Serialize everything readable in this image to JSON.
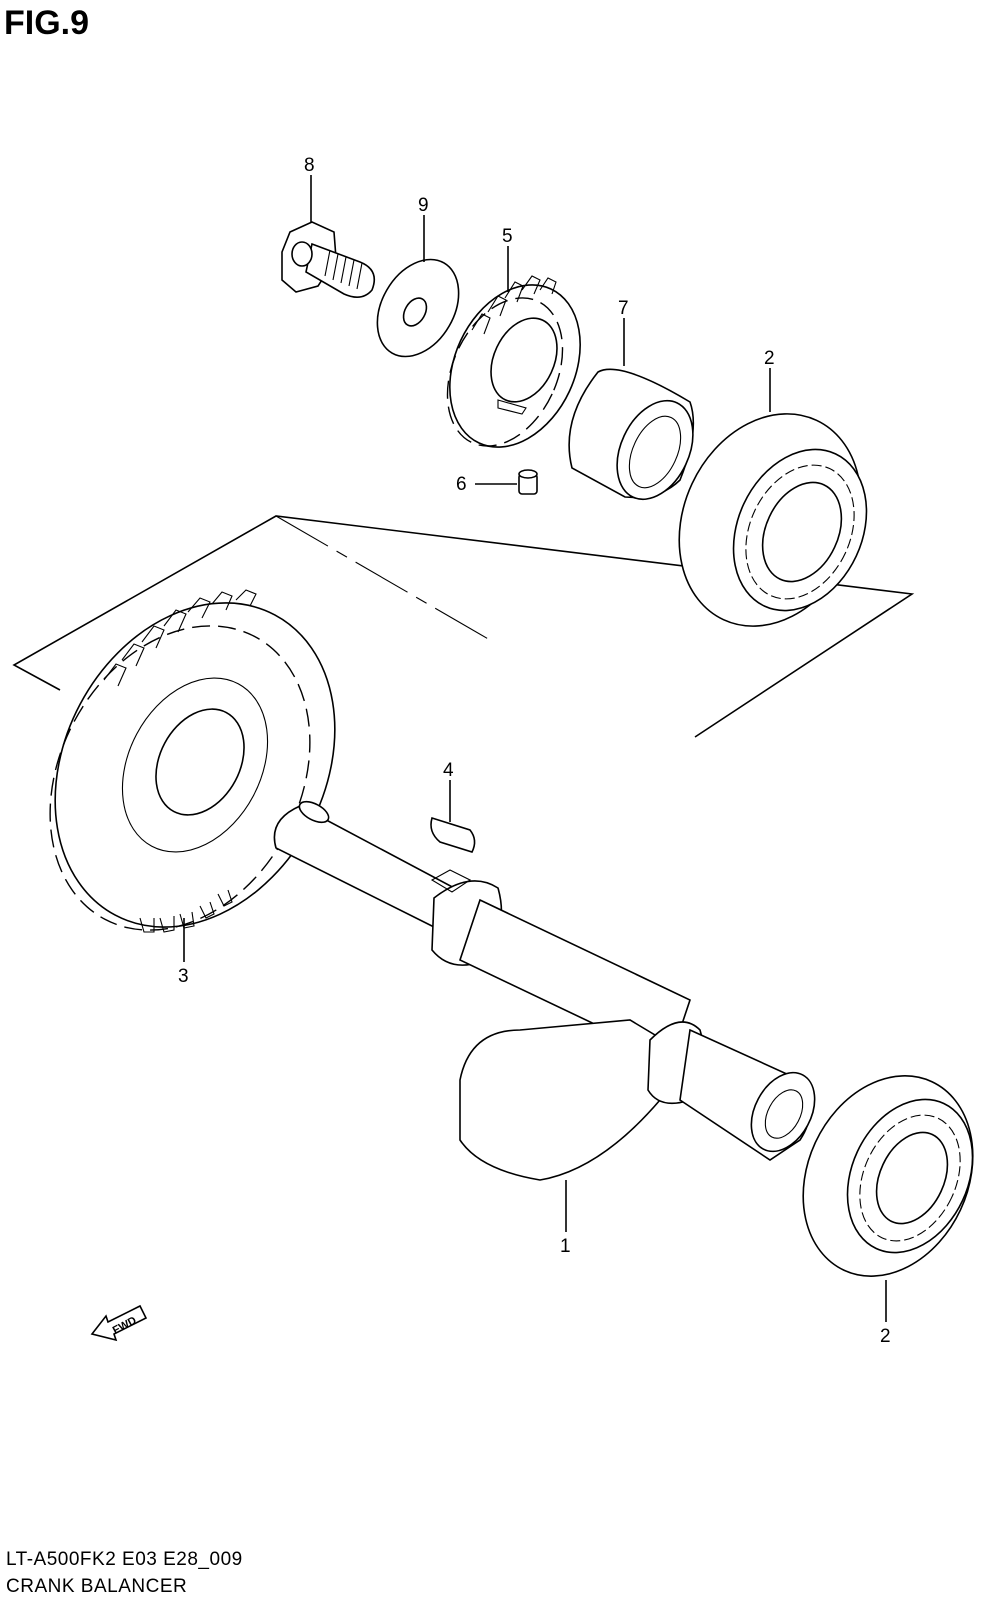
{
  "figure": {
    "title": "FIG.9"
  },
  "callouts": {
    "c1": "1",
    "c2a": "2",
    "c2b": "2",
    "c3": "3",
    "c4": "4",
    "c5": "5",
    "c6": "6",
    "c7": "7",
    "c8": "8",
    "c9": "9"
  },
  "fwd_label": "FWD",
  "footer": {
    "code": "LT-A500FK2 E03 E28_009",
    "name": "CRANK BALANCER"
  }
}
